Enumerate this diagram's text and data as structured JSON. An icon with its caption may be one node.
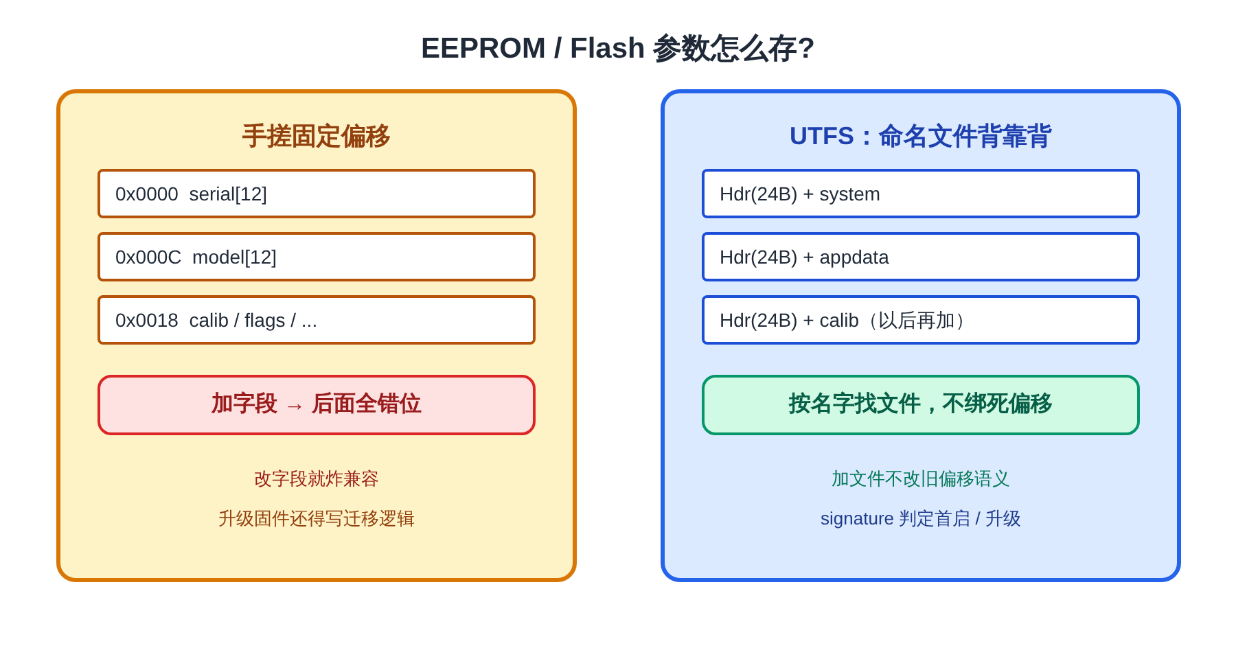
{
  "diagram": {
    "title": "EEPROM / Flash 参数怎么存?",
    "nodes": [
      {
        "text": [
          "手搓固定偏移",
          "改字段就炸兼容",
          "升级固件还得写迁移逻辑"
        ]
      },
      {
        "text": [
          "0x0000  serial[12]"
        ],
        "in": 0
      },
      {
        "text": [
          "0x000C  model[12]"
        ],
        "in": 0
      },
      {
        "text": [
          "0x0018  calib / flags / ..."
        ],
        "in": 0
      },
      {
        "text": [
          "加字段 → 后面全错位"
        ],
        "in": 0
      },
      {
        "text": [
          "UTFS：命名文件背靠背",
          "加文件不改旧偏移语义",
          "signature 判定首启 / 升级"
        ]
      },
      {
        "text": [
          "Hdr(24B) + system"
        ],
        "in": 5
      },
      {
        "text": [
          "Hdr(24B) + appdata"
        ],
        "in": 5
      },
      {
        "text": [
          "Hdr(24B) + calib（以后再加）"
        ],
        "in": 5
      },
      {
        "text": [
          "按名字找文件，不绑死偏移"
        ],
        "in": 5
      }
    ]
  }
}
